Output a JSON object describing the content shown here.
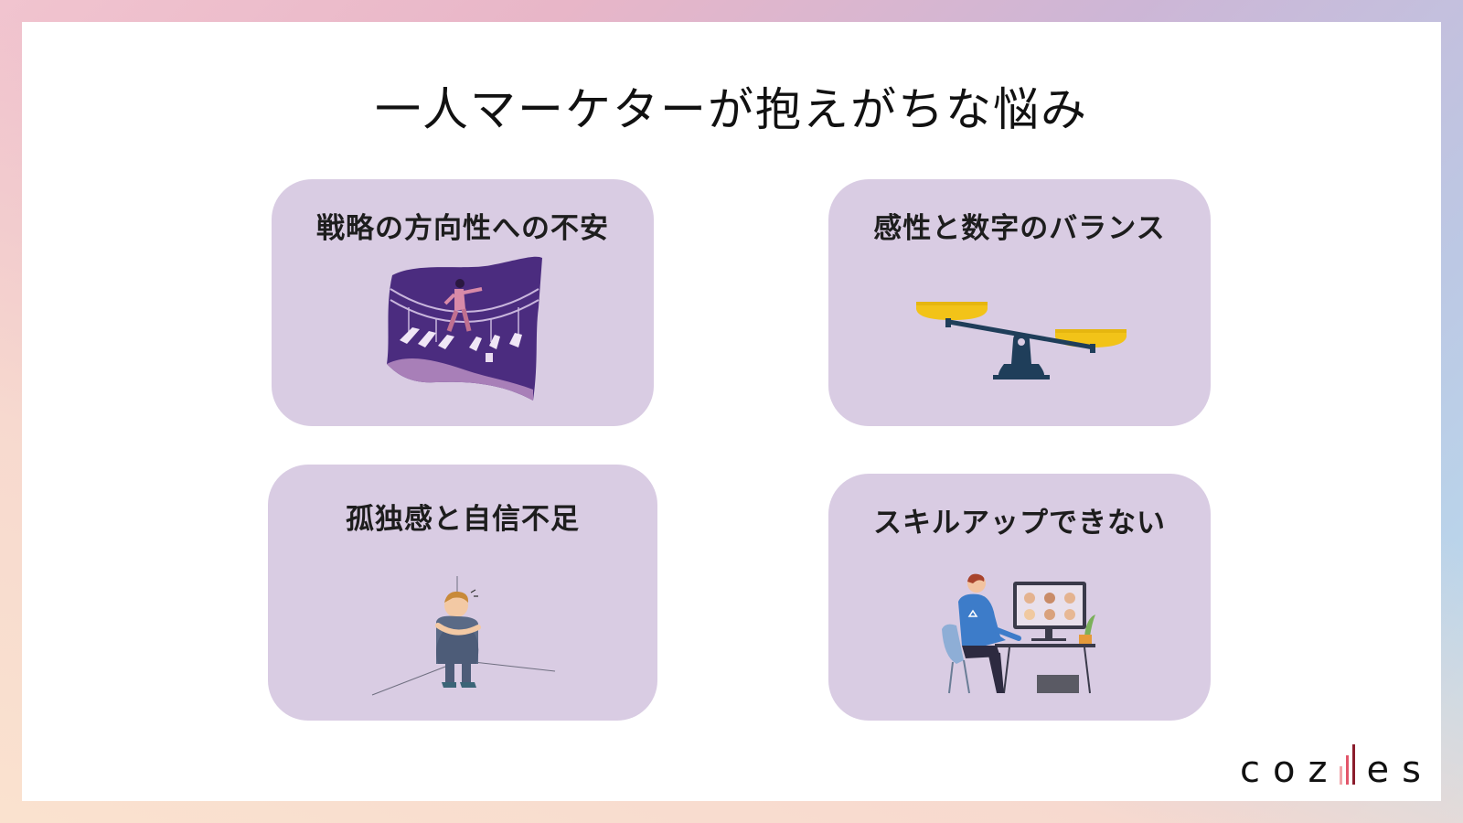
{
  "title": "一人マーケターが抱えがちな悩み",
  "cards": [
    {
      "label": "戦略の方向性への不安",
      "illustration": "suspension-bridge-icon"
    },
    {
      "label": "感性と数字のバランス",
      "illustration": "balance-scale-icon"
    },
    {
      "label": "孤独感と自信不足",
      "illustration": "lonely-person-icon"
    },
    {
      "label": "スキルアップできない",
      "illustration": "video-meeting-icon"
    }
  ],
  "logo": {
    "left": "coz",
    "right": "es"
  },
  "colors": {
    "card": "#d9cce3",
    "scale_pan": "#f2c318",
    "scale_beam": "#1f3e5a",
    "bridge_bg": "#4b2c7f"
  }
}
